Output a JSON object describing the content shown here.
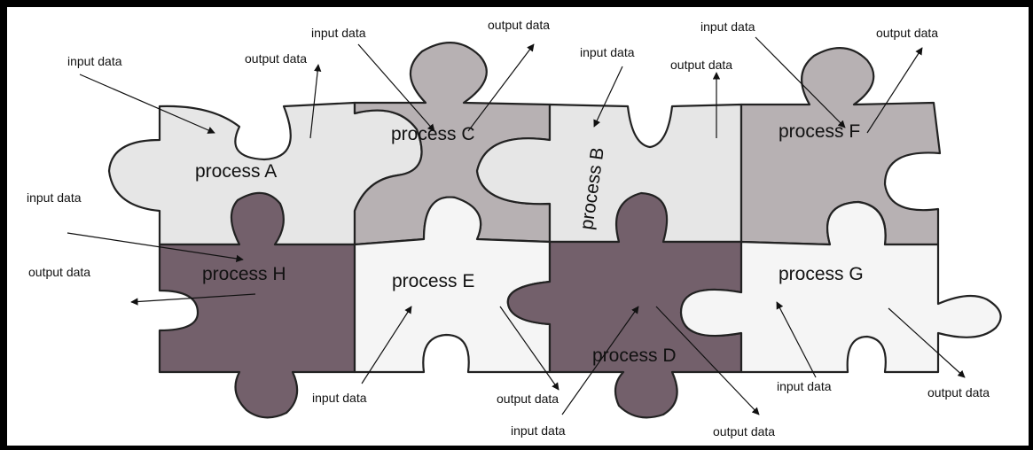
{
  "colors": {
    "light": "#e6e6e6",
    "medium": "#b7b1b3",
    "dark": "#73606b",
    "white": "#f5f5f5",
    "outline": "#222222"
  },
  "processes": {
    "A": "process A",
    "B": "process B",
    "C": "process C",
    "D": "process D",
    "E": "process E",
    "F": "process F",
    "G": "process G",
    "H": "process H"
  },
  "labels": {
    "input": "input data",
    "output": "output data"
  }
}
